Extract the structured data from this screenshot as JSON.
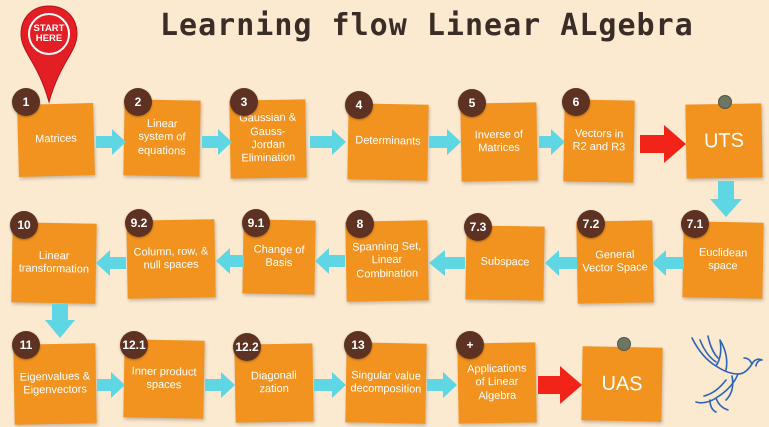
{
  "title": "Learning flow Linear ALgebra",
  "start_marker": "START HERE",
  "steps": {
    "s1": {
      "badge": "1",
      "label": "Matrices"
    },
    "s2": {
      "badge": "2",
      "label": "Linear system of equations"
    },
    "s3": {
      "badge": "3",
      "label": "Gaussian & Gauss-Jordan Elimination"
    },
    "s4": {
      "badge": "4",
      "label": "Determinants"
    },
    "s5": {
      "badge": "5",
      "label": "Inverse of Matrices"
    },
    "s6": {
      "badge": "6",
      "label": "Vectors in R2 and R3"
    },
    "uts": {
      "label": "UTS"
    },
    "s7_1": {
      "badge": "7.1",
      "label": "Euclidean space"
    },
    "s7_2": {
      "badge": "7.2",
      "label": "General Vector Space"
    },
    "s7_3": {
      "badge": "7.3",
      "label": "Subspace"
    },
    "s8": {
      "badge": "8",
      "label": "Spanning Set, Linear Combination"
    },
    "s9_1": {
      "badge": "9.1",
      "label": "Change of Basis"
    },
    "s9_2": {
      "badge": "9.2",
      "label": "Column, row, & null spaces"
    },
    "s10": {
      "badge": "10",
      "label": "Linear transformation"
    },
    "s11": {
      "badge": "11",
      "label": "Eigenvalues & Eigenvectors"
    },
    "s12_1": {
      "badge": "12.1",
      "label": "Inner product spaces"
    },
    "s12_2": {
      "badge": "12.2",
      "label": "Diagonali zation"
    },
    "s13": {
      "badge": "13",
      "label": "Singular value decomposition"
    },
    "s14": {
      "badge": "+",
      "label": "Applications of Linear Algebra"
    },
    "uas": {
      "label": "UAS"
    }
  },
  "colors": {
    "background": "#fbe9d0",
    "card": "#f2931f",
    "badge": "#5e3222",
    "flow_arrow": "#5fd6e3",
    "exam_arrow": "#f2241a",
    "marker": "#e31e24",
    "bird": "#2a64b4"
  }
}
